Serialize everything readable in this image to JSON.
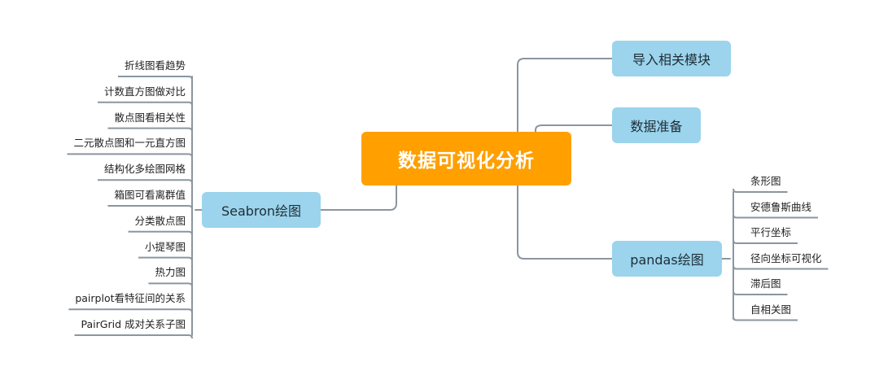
{
  "root": {
    "label": "数据可视化分析"
  },
  "branches": {
    "import": {
      "label": "导入相关模块"
    },
    "data": {
      "label": "数据准备"
    },
    "seaborn": {
      "label": "Seabron绘图",
      "leaves": [
        "折线图看趋势",
        "计数直方图做对比",
        "散点图看相关性",
        "二元散点图和一元直方图",
        "结构化多绘图网格",
        "箱图可看离群值",
        "分类散点图",
        "小提琴图",
        "热力图",
        "pairplot看特征间的关系",
        "PairGrid 成对关系子图"
      ]
    },
    "pandas": {
      "label": "pandas绘图",
      "leaves": [
        "条形图",
        "安德鲁斯曲线",
        "平行坐标",
        "径向坐标可视化",
        "滞后图",
        "自相关图"
      ]
    }
  },
  "colors": {
    "root": "#ff9f00",
    "branch": "#9bd4ec",
    "connector": "#8a96a0"
  }
}
